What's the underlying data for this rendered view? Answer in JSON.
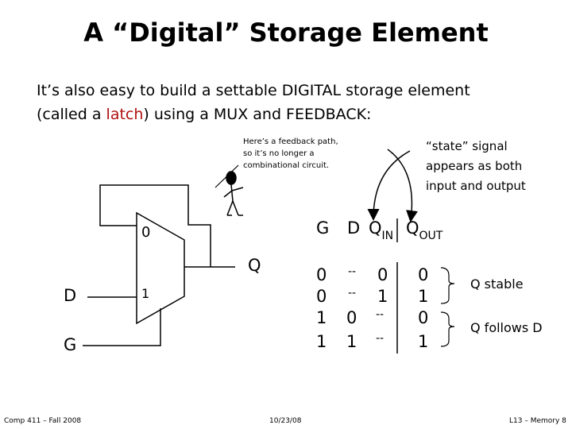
{
  "title": "A “Digital” Storage Element",
  "intro": {
    "line1": "It’s also easy to build a settable DIGITAL storage element",
    "line2_prefix": "(called a ",
    "line2_highlight": "latch",
    "line2_suffix": ") using a MUX and FEEDBACK:"
  },
  "feedback_note": [
    "Here’s a feedback path,",
    "so it’s no longer a",
    "combinational circuit."
  ],
  "state_note": [
    "“state” signal",
    "appears as both",
    "input and output"
  ],
  "circuit": {
    "mux_input_0": "0",
    "mux_input_1": "1",
    "input_D": "D",
    "input_G": "G",
    "output_Q": "Q"
  },
  "truth_table": {
    "headers": {
      "G": "G",
      "D": "D",
      "Q": "Q",
      "Q_in_sub": "IN",
      "Q_out_sub": "OUT"
    },
    "rows": [
      {
        "G": "0",
        "D": "--",
        "Q_in": "0",
        "Q_out": "0"
      },
      {
        "G": "0",
        "D": "--",
        "Q_in": "1",
        "Q_out": "1"
      },
      {
        "G": "1",
        "D": "0",
        "Q_in": "--",
        "Q_out": "0"
      },
      {
        "G": "1",
        "D": "1",
        "Q_in": "--",
        "Q_out": "1"
      }
    ],
    "annotations": [
      "Q stable",
      "Q follows D"
    ]
  },
  "footer": {
    "left": "Comp 411 – Fall 2008",
    "center": "10/23/08",
    "right": "L13 – Memory  8"
  },
  "icons": [
    "stick-figure-icon"
  ],
  "colors": {
    "highlight": "#b01010"
  }
}
